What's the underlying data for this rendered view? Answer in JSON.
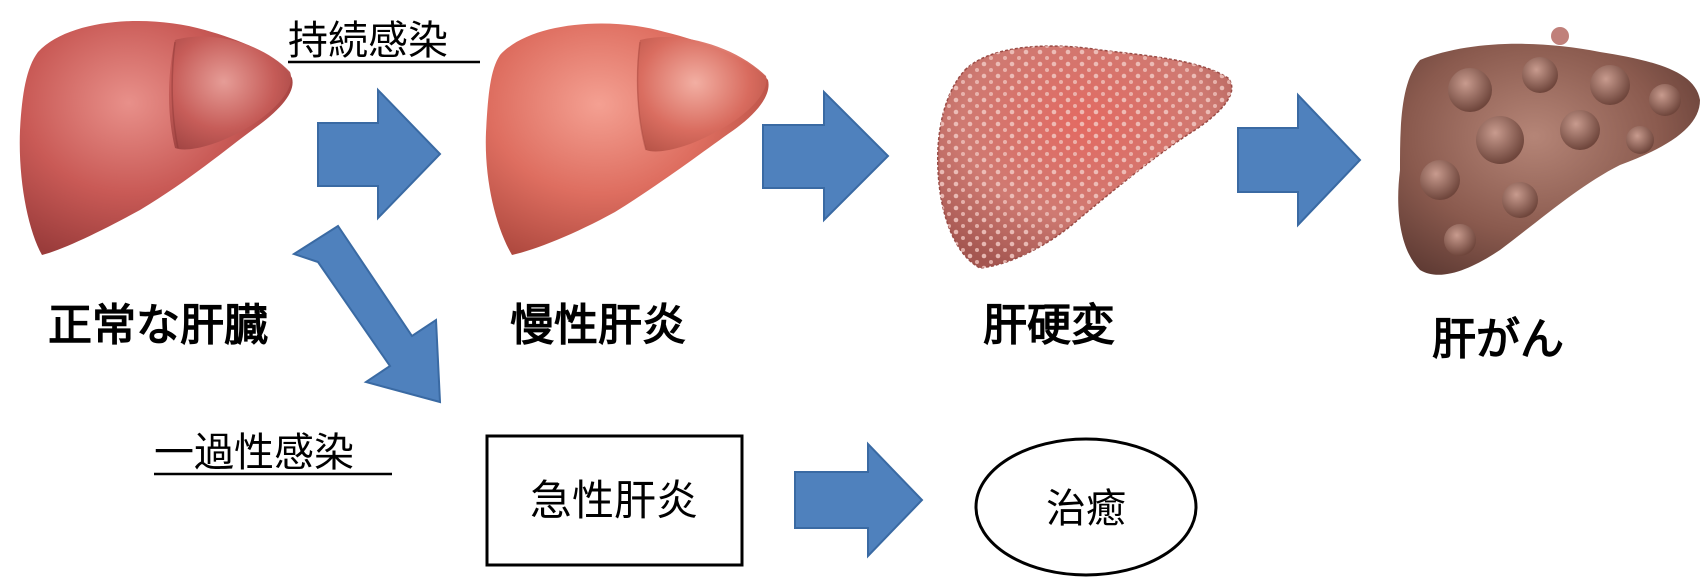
{
  "stages": {
    "normal": {
      "label": "正常な肝臓"
    },
    "chronic": {
      "label": "慢性肝炎"
    },
    "cirrhosis": {
      "label": "肝硬変"
    },
    "cancer": {
      "label": "肝がん"
    }
  },
  "paths": {
    "persistent": {
      "label": "持続感染"
    },
    "transient": {
      "label": "一過性感染"
    }
  },
  "outcomes": {
    "acute": {
      "label": "急性肝炎"
    },
    "cure": {
      "label": "治癒"
    }
  },
  "colors": {
    "arrow": "#4f81bd",
    "arrow_stroke": "#3a6aa3",
    "liver_healthy": "#c95a56",
    "liver_inflamed": "#d9685c",
    "liver_cirrhotic": "#c8675f",
    "liver_cancer": "#8a5a4e"
  }
}
